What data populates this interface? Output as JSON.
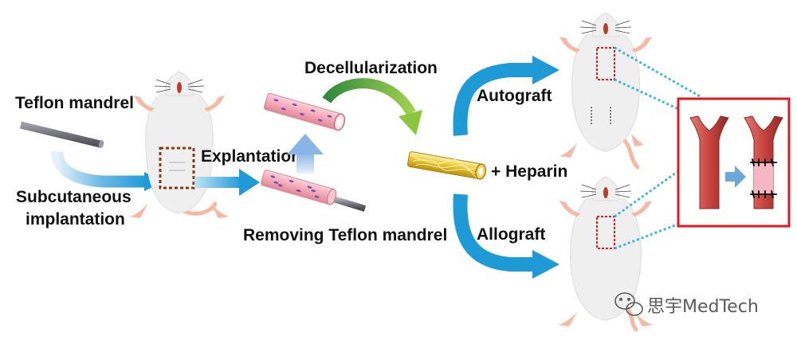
{
  "labels": {
    "teflon_mandrel": "Teflon mandrel",
    "subcutaneous_line1": "Subcutaneous",
    "subcutaneous_line2": "implantation",
    "explantation": "Explantation",
    "removing_mandrel": "Removing Teflon mandrel",
    "decellularization": "Decellularization",
    "heparin": "+ Heparin",
    "autograft": "Autograft",
    "allograft": "Allograft"
  },
  "watermark": {
    "text": "思宇MedTech",
    "icon": "wechat-icon"
  },
  "colors": {
    "flow_arrow_blue": "#1e9ad6",
    "decell_arrow_green": "#4aa63a",
    "explant_arrow_light_blue": "#9cc3ea",
    "tissue_pink": "#f4a9b6",
    "cells_purple": "#7d4fb3",
    "scaffold_yellow": "#e6c12a",
    "callout_red": "#e0191d",
    "dotted_cyan": "#3cb6e3",
    "artery_red": "#c9443f",
    "implant_box_brown": "#8b3a0f",
    "rat_white": "#efefef",
    "rat_pink": "#f7b8a2"
  }
}
